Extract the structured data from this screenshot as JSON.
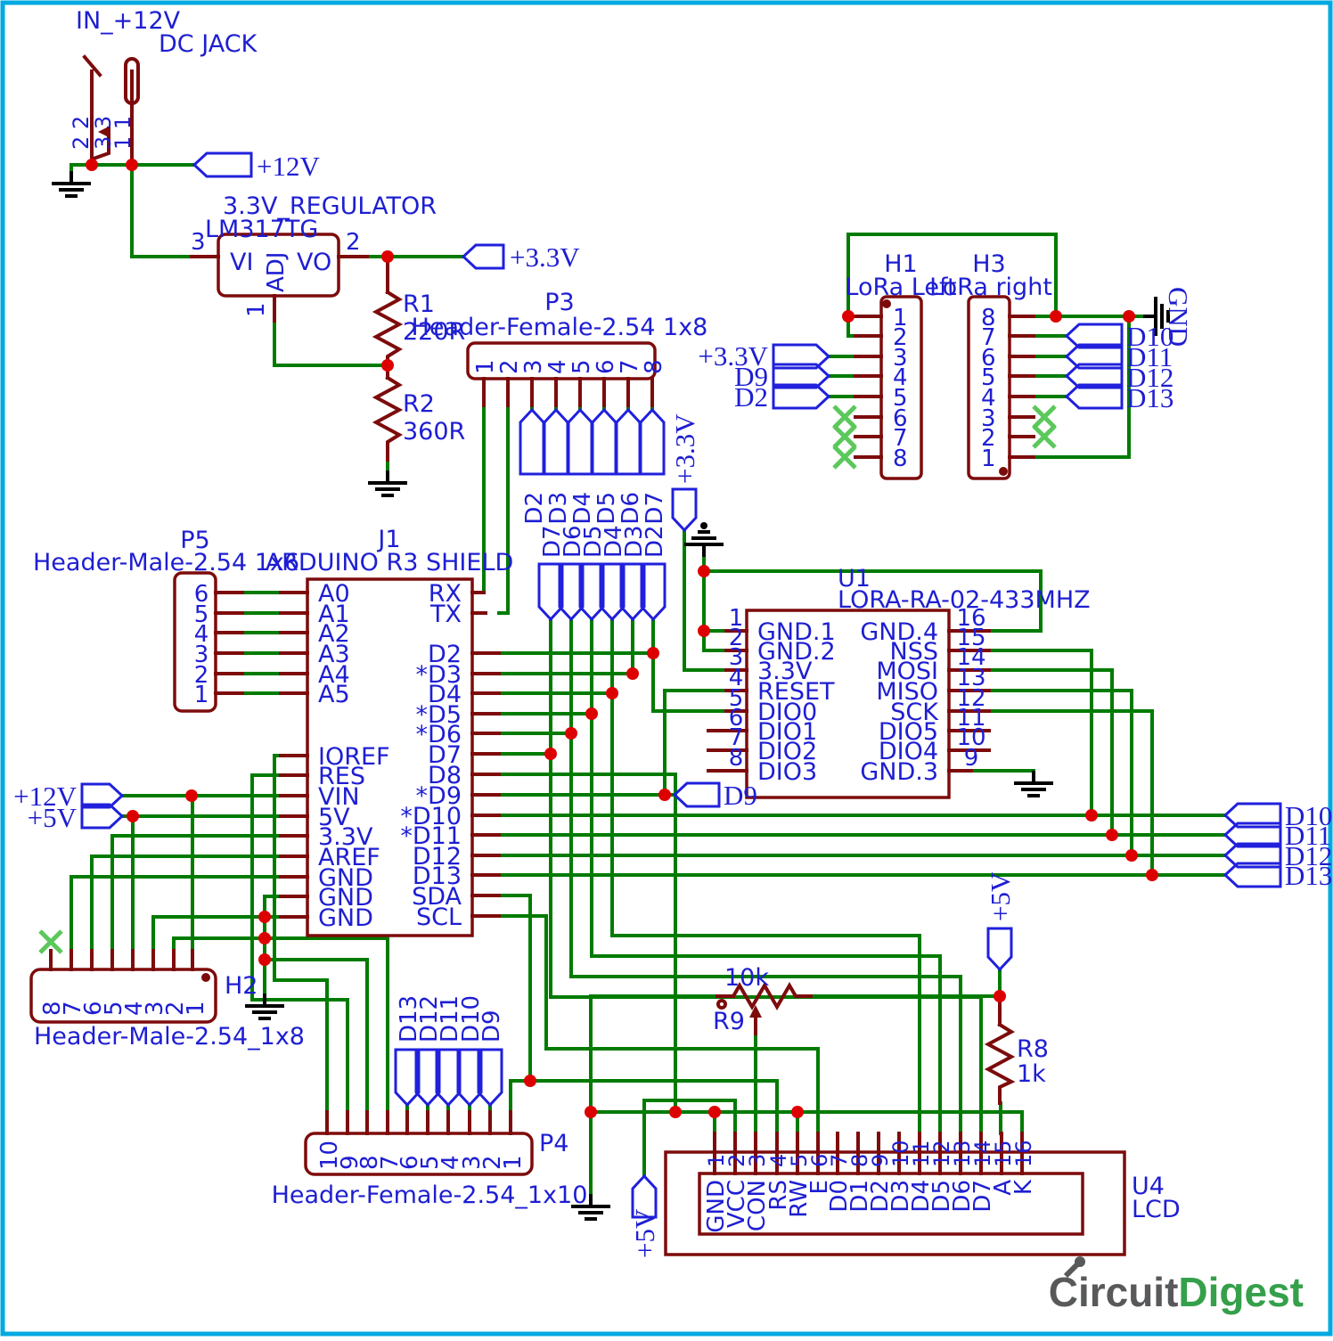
{
  "colors": {
    "wire": "#007b00",
    "part": "#7d0b0b",
    "label": "#1e1ed2",
    "junction": "#dd0000",
    "noconnect": "#5bc85b",
    "border": "#00a9e0",
    "logo_gray": "#58595b",
    "logo_green": "#35a04a"
  },
  "power": {
    "in_label": "IN_+12V",
    "dc_jack": "DC JACK",
    "jack_pins": [
      "2 2",
      "3 3",
      "1 1"
    ],
    "flag_12v": "+12V",
    "flag_33v": "+3.3V"
  },
  "regulator": {
    "title": "3.3V_REGULATOR",
    "part": "LM317TG",
    "vi": "VI",
    "vo": "VO",
    "adj": "ADJ",
    "n1": "1",
    "n2": "2",
    "n3": "3"
  },
  "r1": {
    "ref": "R1",
    "val": "220R"
  },
  "r2": {
    "ref": "R2",
    "val": "360R"
  },
  "r8": {
    "ref": "R8",
    "val": "1k"
  },
  "r9": {
    "ref": "R9",
    "val": "10k"
  },
  "p3": {
    "ref": "P3",
    "part": "Header-Female-2.54  1x8",
    "pins": [
      "1",
      "2",
      "3",
      "4",
      "5",
      "6",
      "7",
      "8"
    ],
    "flags": [
      "D2",
      "D3",
      "D4",
      "D5",
      "D6",
      "D7"
    ]
  },
  "p5": {
    "ref": "P5",
    "part": "Header-Male-2.54  1x6",
    "pins": [
      "6",
      "5",
      "4",
      "3",
      "2",
      "1"
    ]
  },
  "j1": {
    "ref": "J1",
    "part": "ARDUINO  R3  SHIELD",
    "left": [
      "A0",
      "A1",
      "A2",
      "A3",
      "A4",
      "A5",
      "IOREF",
      "RES",
      "VIN",
      "5V",
      "3.3V",
      "AREF",
      "GND",
      "GND",
      "GND"
    ],
    "right": [
      "RX",
      "TX",
      "D2",
      "*D3",
      "D4",
      "*D5",
      "*D6",
      "D7",
      "D8",
      "*D9",
      "*D10",
      "*D11",
      "D12",
      "D13",
      "SDA",
      "SCL"
    ],
    "top_flags": [
      "D7",
      "D6",
      "D5",
      "D4",
      "D3",
      "D2"
    ]
  },
  "h1": {
    "ref": "H1",
    "name": "LoRa Left",
    "pins": [
      "1",
      "2",
      "3",
      "4",
      "5",
      "6",
      "7",
      "8"
    ],
    "flags": [
      "+3.3V",
      "D9",
      "D2"
    ]
  },
  "h3": {
    "ref": "H3",
    "name": "LoRa right",
    "pins": [
      "8",
      "7",
      "6",
      "5",
      "4",
      "3",
      "2",
      "1"
    ],
    "flags": [
      "D10",
      "D11",
      "D12",
      "D13"
    ]
  },
  "u1": {
    "ref": "U1",
    "part": "LORA-RA-02-433MHZ",
    "lnum": [
      "1",
      "2",
      "3",
      "4",
      "5",
      "6",
      "7",
      "8"
    ],
    "lname": [
      "GND.1",
      "GND.2",
      "3.3V",
      "RESET",
      "DIO0",
      "DIO1",
      "DIO2",
      "DIO3"
    ],
    "rnum": [
      "16",
      "15",
      "14",
      "13",
      "12",
      "11",
      "10",
      "9"
    ],
    "rname": [
      "GND.4",
      "NSS",
      "MOSI",
      "MISO",
      "SCK",
      "DIO5",
      "DIO4",
      "GND.3"
    ]
  },
  "h2": {
    "ref": "H2",
    "part": "Header-Male-2.54_1x8",
    "pins": [
      "8",
      "7",
      "6",
      "5",
      "4",
      "3",
      "2",
      "1"
    ]
  },
  "p4": {
    "ref": "P4",
    "part": "Header-Female-2.54_1x10",
    "pins": [
      "10",
      "9",
      "8",
      "7",
      "6",
      "5",
      "4",
      "3",
      "2",
      "1"
    ],
    "flags": [
      "D13",
      "D12",
      "D11",
      "D10",
      "D9"
    ]
  },
  "u4": {
    "ref": "U4",
    "part": "LCD",
    "nums": [
      "1",
      "2",
      "3",
      "4",
      "5",
      "6",
      "7",
      "8",
      "9",
      "10",
      "11",
      "12",
      "13",
      "14",
      "15",
      "16"
    ],
    "names": [
      "GND",
      "VCC",
      "CON",
      "RS",
      "RW",
      "E",
      "D0",
      "D1",
      "D2",
      "D3",
      "D4",
      "D5",
      "D6",
      "D7",
      "A",
      "K"
    ]
  },
  "nets": {
    "p12_left": "+12V",
    "p5_left": "+5V",
    "d9": "D9",
    "gnd": "GND",
    "p33_mid": "+3.3V",
    "p5_r8": "+5V",
    "p5_lcd": "+5V",
    "right_flags": [
      "D10",
      "D11",
      "D12",
      "D13"
    ]
  },
  "logo": {
    "a": "Circuit",
    "b": "Digest"
  }
}
